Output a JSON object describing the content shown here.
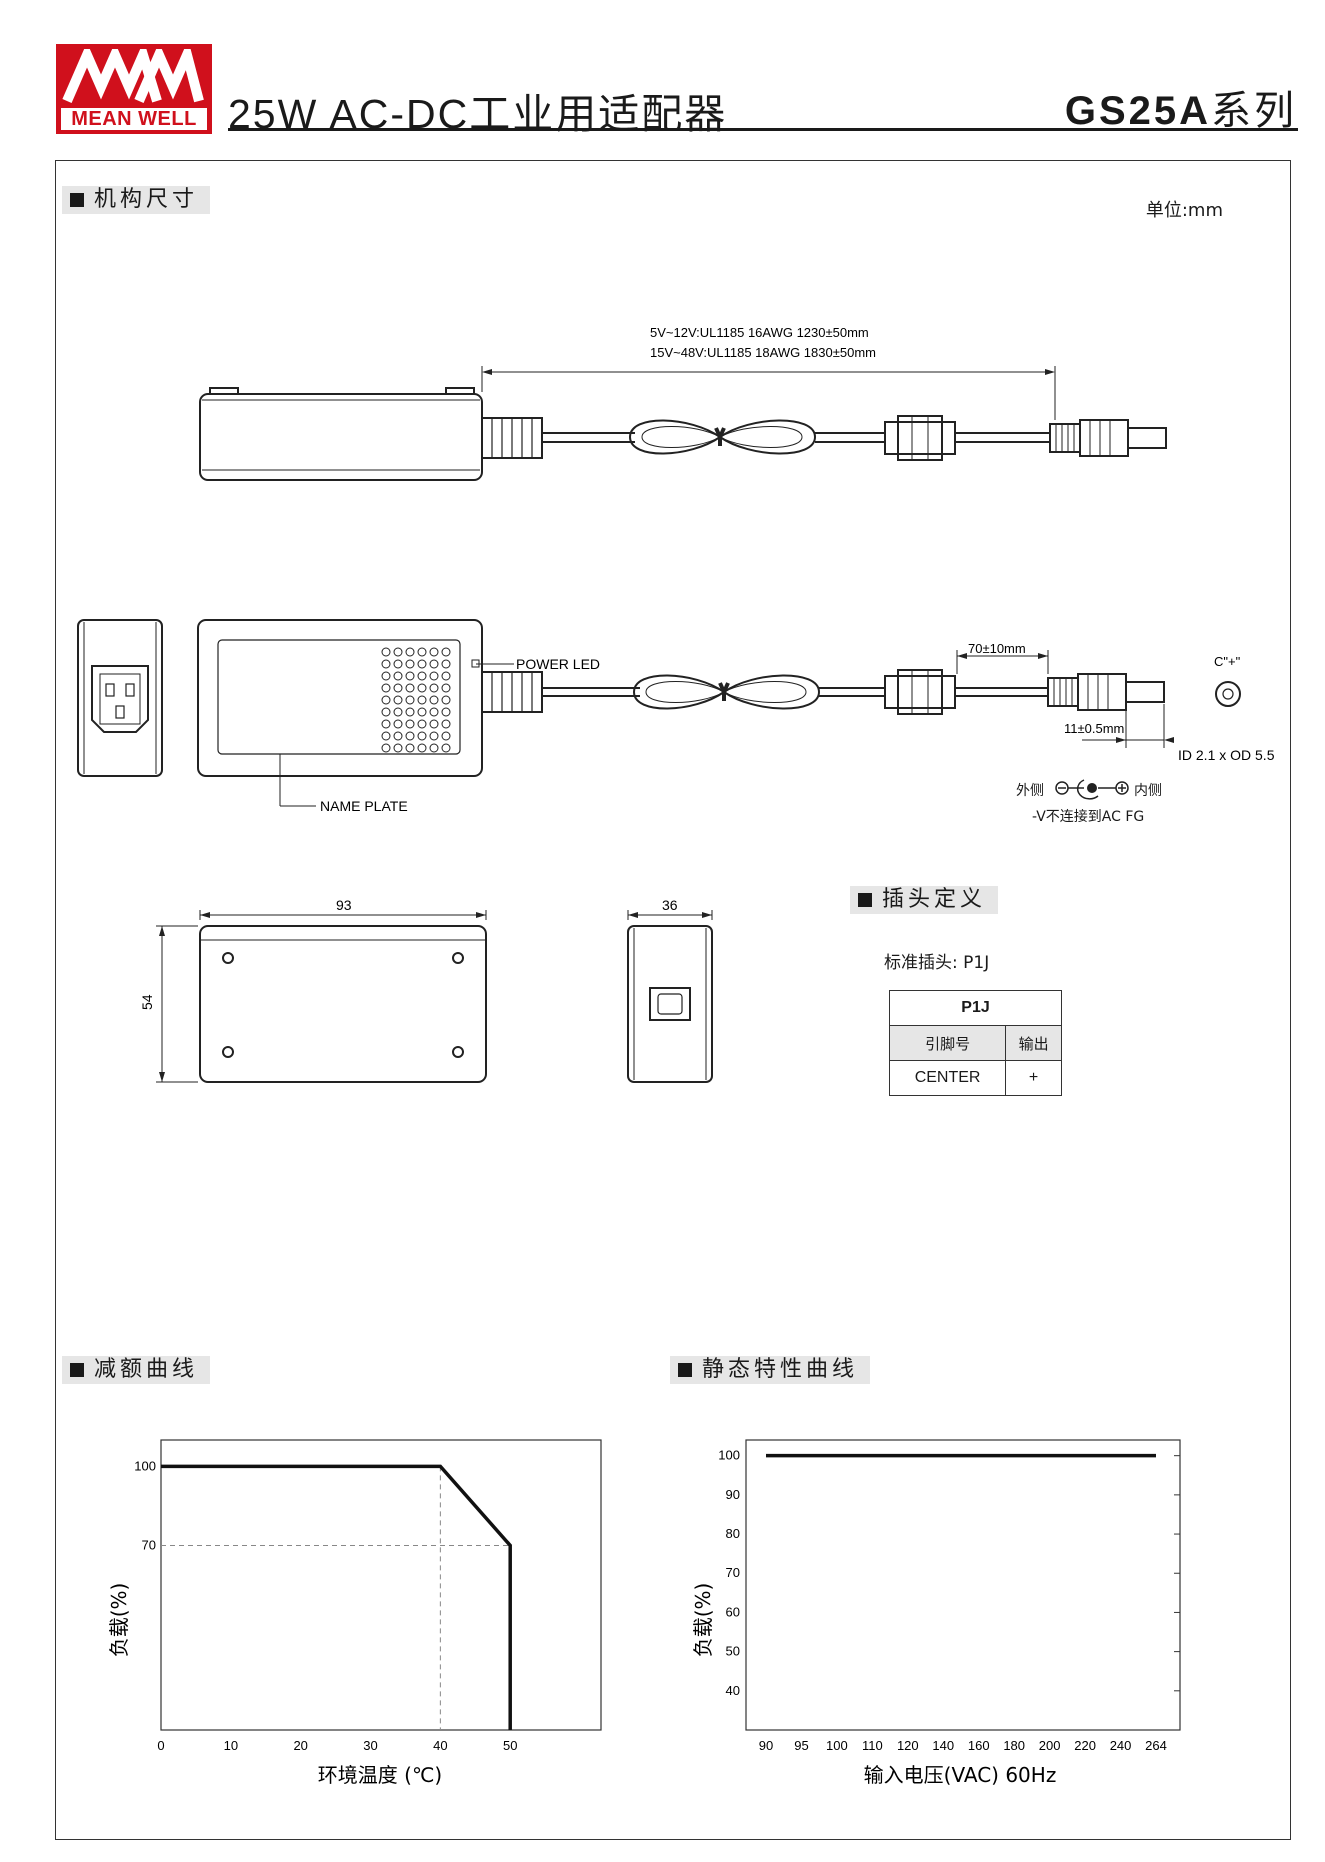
{
  "header": {
    "logo_text": "MEAN WELL",
    "title": "25W AC-DC工业用适配器",
    "series": "GS25A",
    "series_suffix": "系列"
  },
  "sections": {
    "mechanical": "机构尺寸",
    "plug": "插头定义",
    "derating": "减额曲线",
    "static": "静态特性曲线"
  },
  "unit_label": "单位:mm",
  "drawing": {
    "cable_line1": "5V~12V:UL1185 16AWG 1230±50mm",
    "cable_line2": "15V~48V:UL1185 18AWG 1830±50mm",
    "power_led": "POWER LED",
    "name_plate": "NAME PLATE",
    "dim_70": "70±10mm",
    "dim_11": "11±0.5mm",
    "c_plus": "C\"+\"",
    "plug_id": "ID 2.1 x OD 5.5",
    "outer": "外侧",
    "inner": "内侧",
    "fg_note": "-V不连接到AC FG",
    "dim_93": "93",
    "dim_54": "54",
    "dim_36": "36"
  },
  "plug": {
    "standard": "标准插头: P1J",
    "table_title": "P1J",
    "col_pin": "引脚号",
    "col_out": "输出",
    "row_pin": "CENTER",
    "row_out": "+"
  },
  "chart_data": [
    {
      "type": "line",
      "title": "",
      "xlabel": "环境温度 (℃)",
      "ylabel": "负载(%)",
      "x_ticks": [
        0,
        10,
        20,
        30,
        40,
        50
      ],
      "y_ticks": [
        70,
        100
      ],
      "xlim": [
        0,
        63
      ],
      "ylim": [
        0,
        110
      ],
      "series": [
        {
          "x": [
            0,
            40,
            50,
            50
          ],
          "y": [
            100,
            100,
            70,
            0
          ]
        }
      ],
      "grid": false
    },
    {
      "type": "line",
      "title": "",
      "xlabel": "输入电压(VAC) 60Hz",
      "ylabel": "负载(%)",
      "x_ticks": [
        "90",
        "95",
        "100",
        "110",
        "120",
        "140",
        "160",
        "180",
        "200",
        "220",
        "240",
        "264"
      ],
      "y_ticks": [
        40,
        50,
        60,
        70,
        80,
        90,
        100
      ],
      "ylim": [
        30,
        104
      ],
      "series": [
        {
          "x": [
            "90",
            "264"
          ],
          "y": [
            100,
            100
          ]
        }
      ],
      "grid": false
    }
  ]
}
